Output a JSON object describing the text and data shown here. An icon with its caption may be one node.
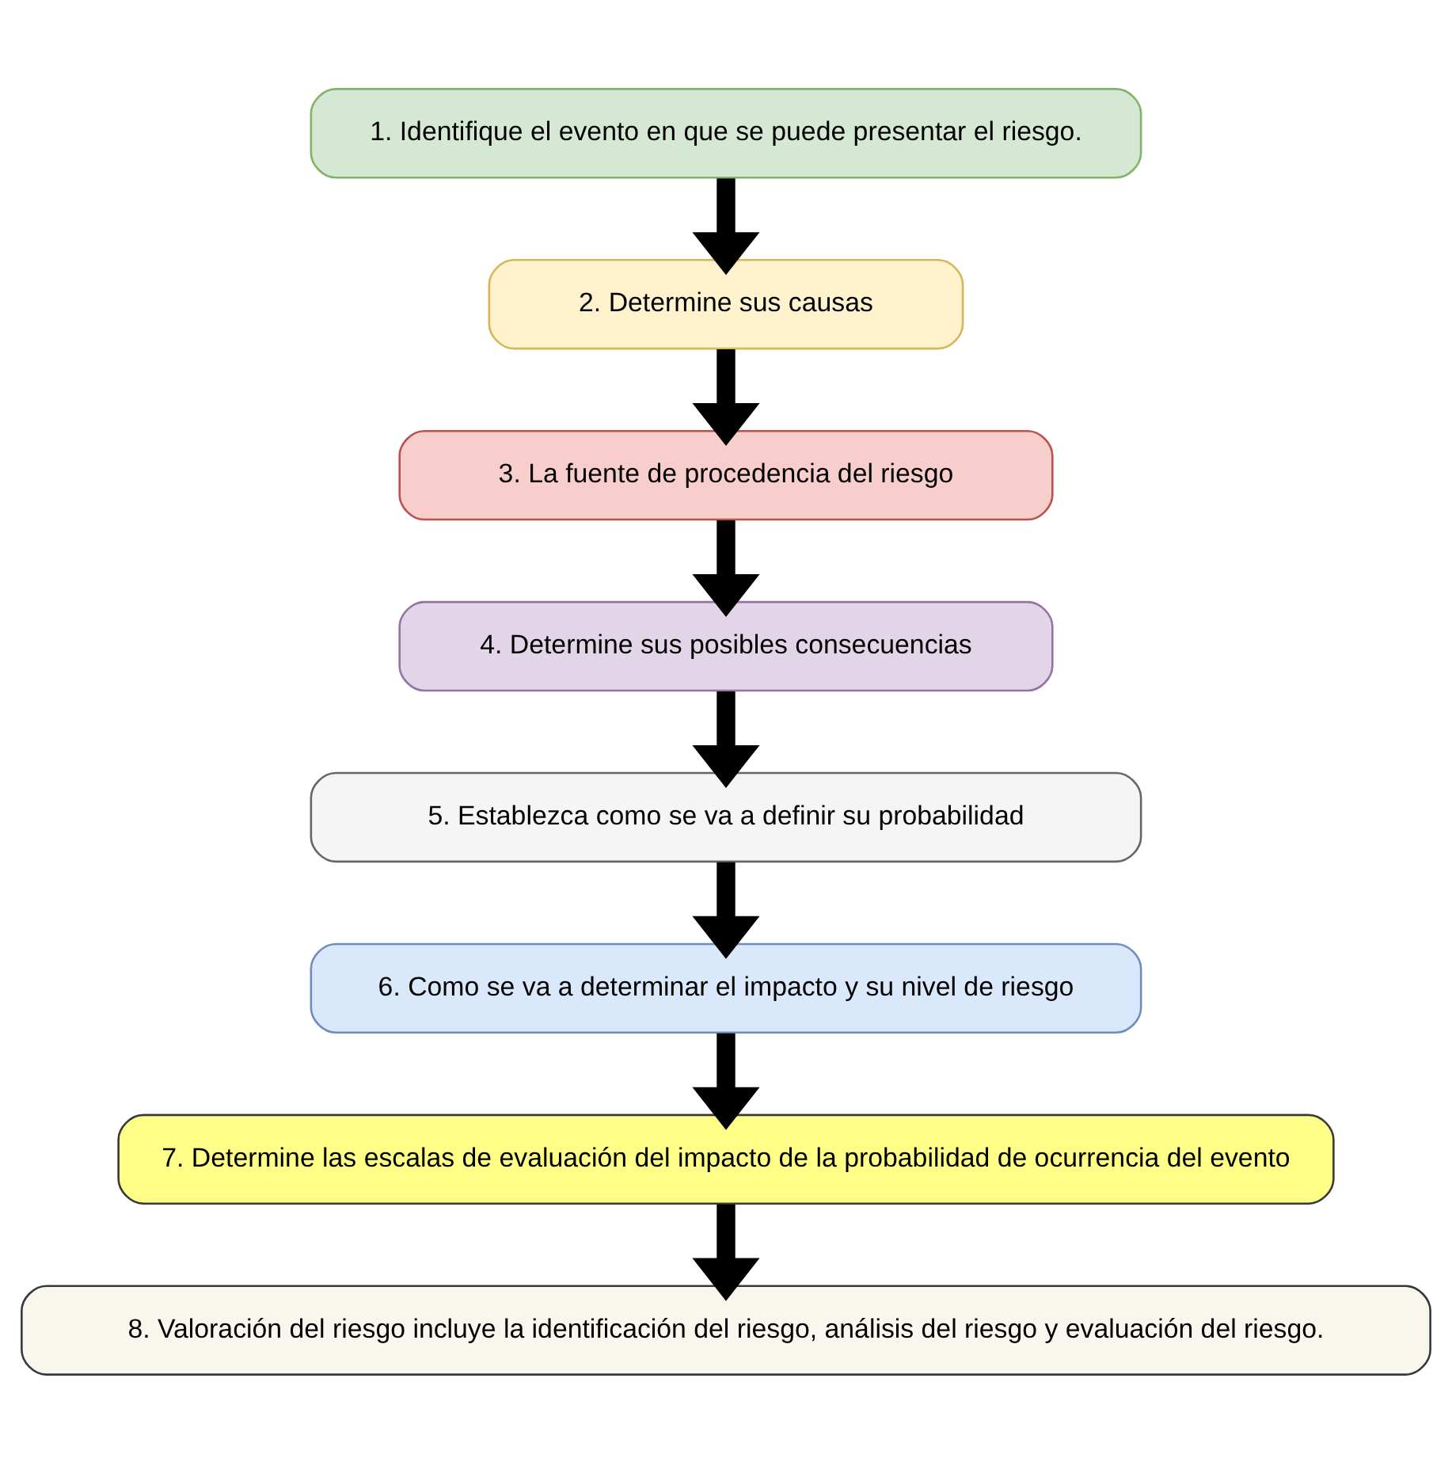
{
  "diagram": {
    "nodes": [
      {
        "text": [
          "1. Identifique el evento en que se puede presentar el riesgo."
        ]
      },
      {
        "text": [
          "2. Determine sus causas"
        ]
      },
      {
        "text": [
          "3. La fuente de procedencia del riesgo"
        ]
      },
      {
        "text": [
          "4. Determine sus posibles consecuencias"
        ]
      },
      {
        "text": [
          "5. Establezca como se va a definir su probabilidad"
        ]
      },
      {
        "text": [
          "6. Como se va a determinar el impacto y su nivel de riesgo"
        ]
      },
      {
        "text": [
          "7. Determine las escalas de evaluación del impacto de la probabilidad de ocurrencia del evento"
        ]
      },
      {
        "text": [
          "8. Valoración del riesgo incluye la identificación del riesgo, análisis del riesgo y evaluación del riesgo."
        ]
      }
    ],
    "edges": [
      {
        "from": 0,
        "to": 1,
        "arrow": "to"
      },
      {
        "from": 1,
        "to": 2,
        "arrow": "to"
      },
      {
        "from": 2,
        "to": 3,
        "arrow": "to"
      },
      {
        "from": 3,
        "to": 4,
        "arrow": "to"
      },
      {
        "from": 4,
        "to": 5,
        "arrow": "to"
      },
      {
        "from": 5,
        "to": 6,
        "arrow": "to"
      },
      {
        "from": 6,
        "to": 7,
        "arrow": "to"
      }
    ]
  }
}
